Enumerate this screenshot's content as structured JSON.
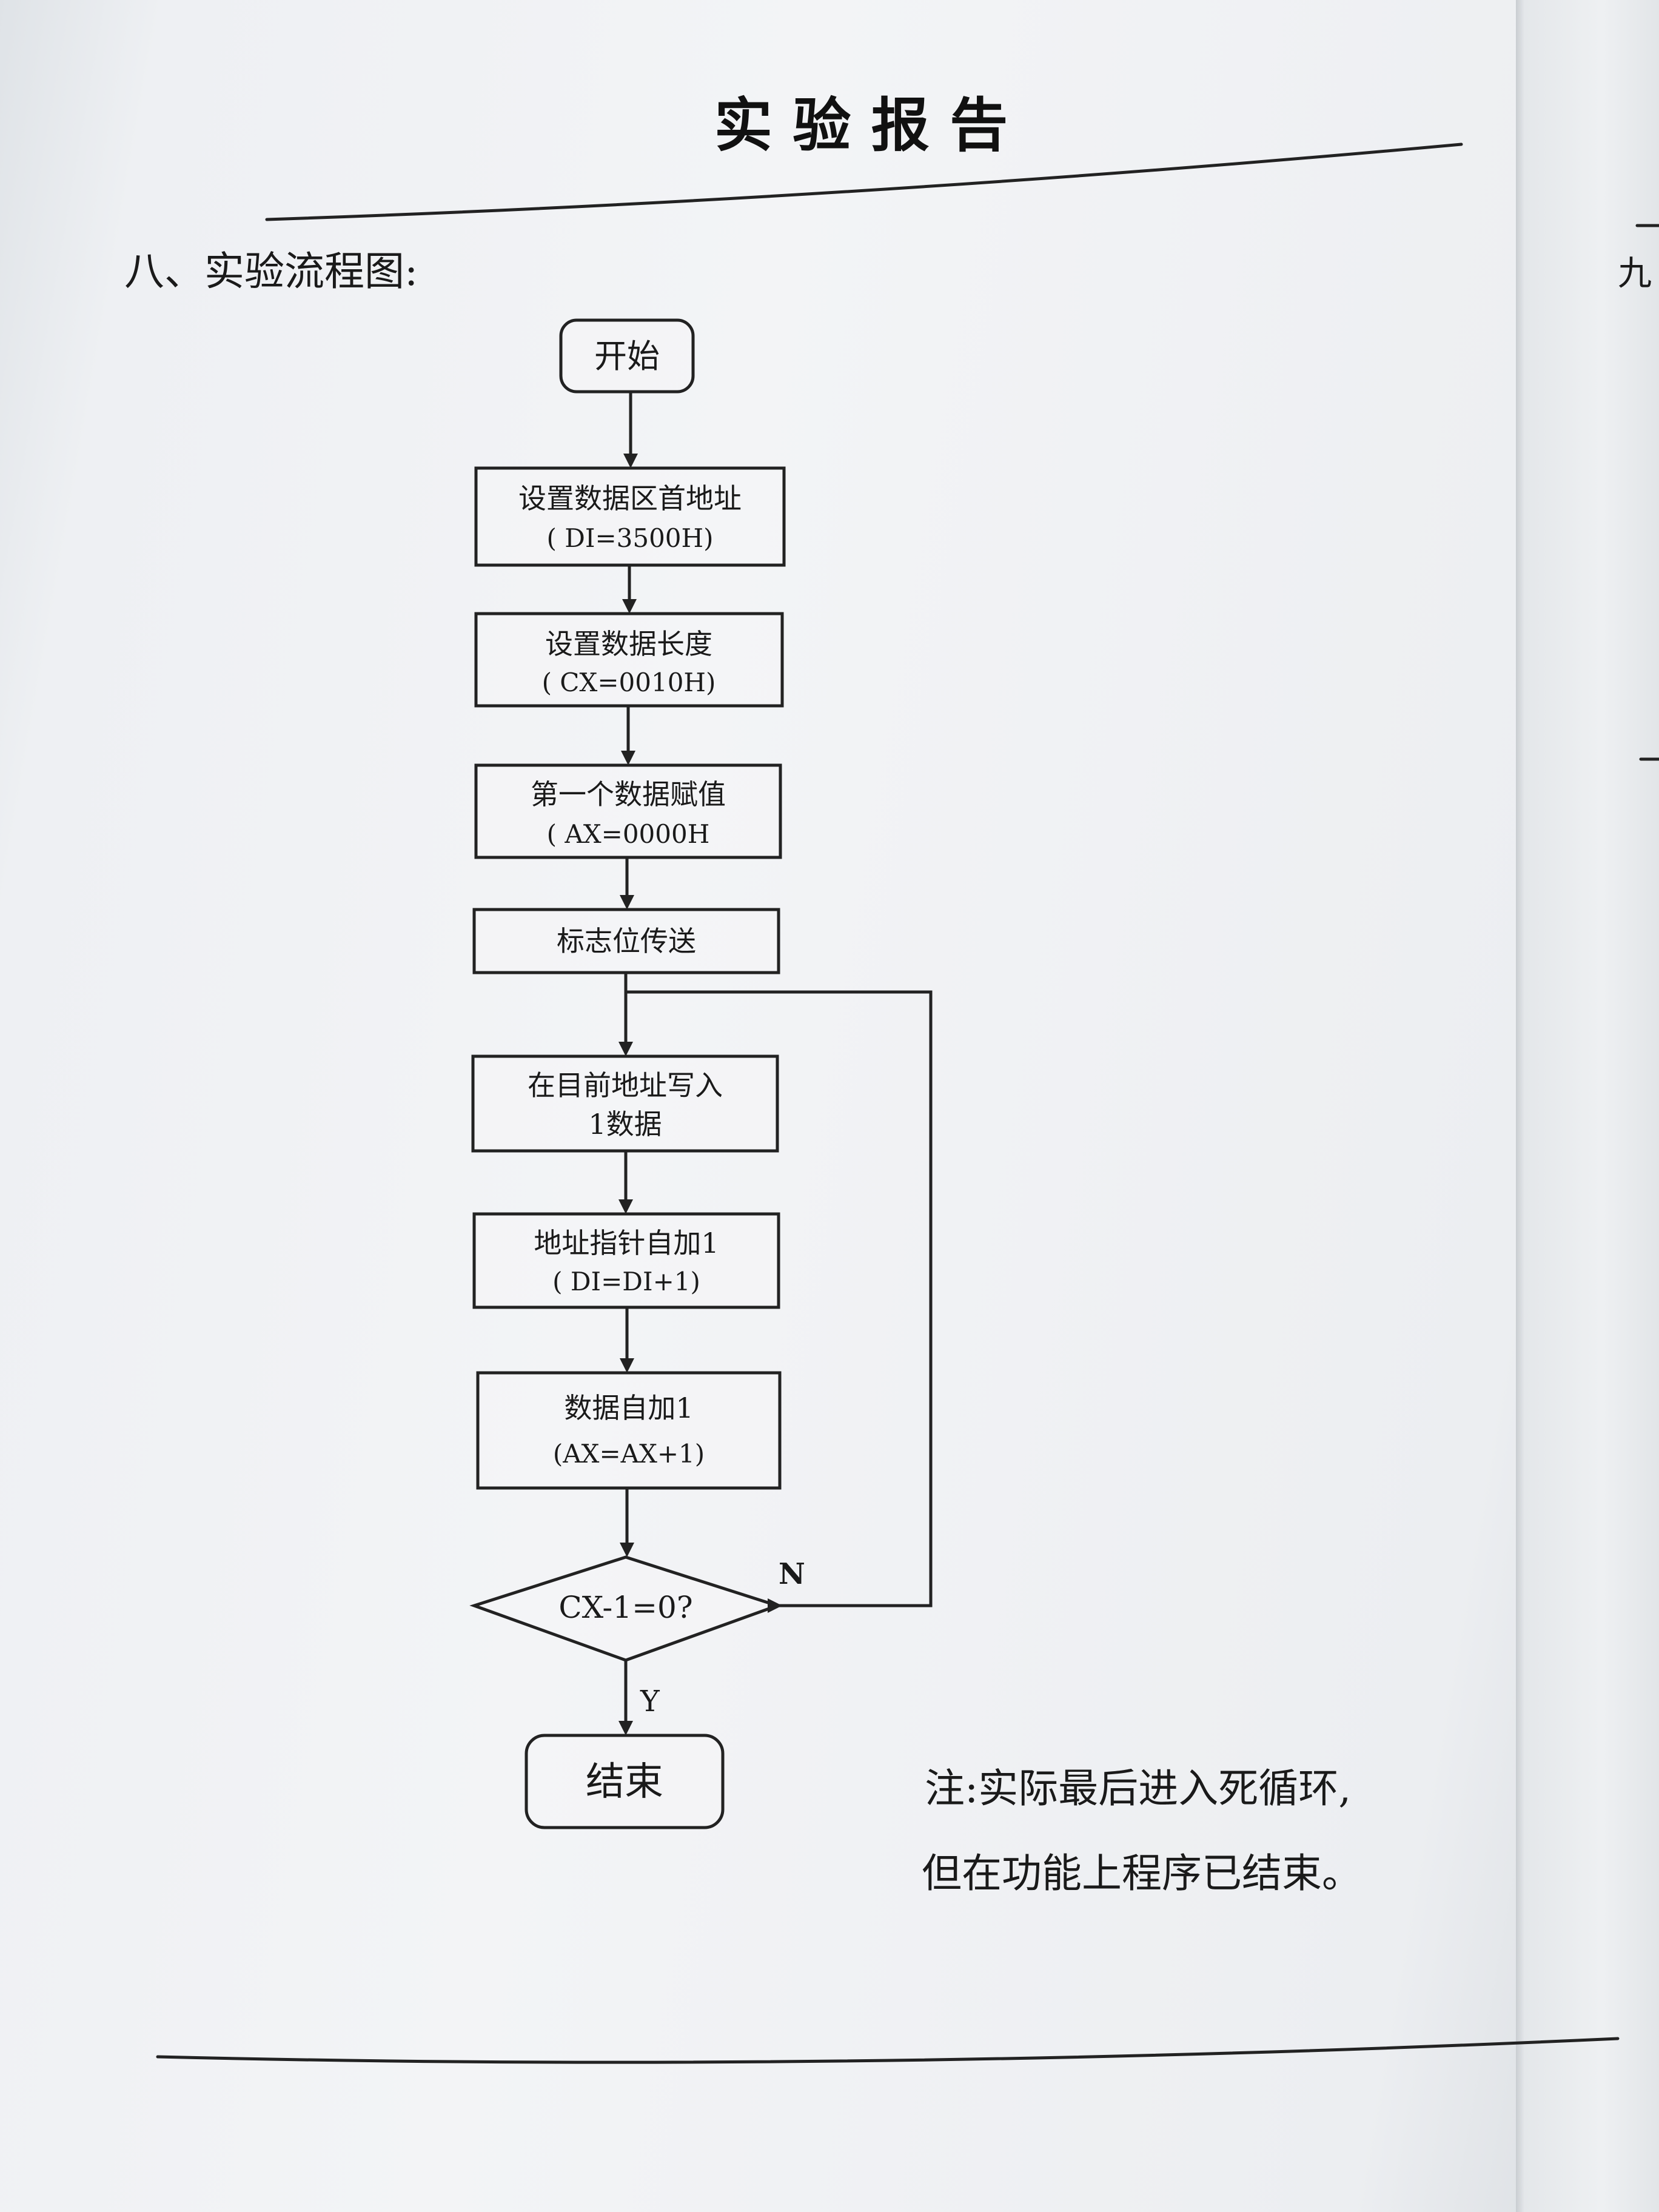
{
  "header": {
    "title": "实 验 报 告"
  },
  "section": {
    "title": "八、实验流程图:",
    "next_page_label": "九"
  },
  "flowchart": {
    "start": "开始",
    "steps": [
      {
        "line1": "设置数据区首地址",
        "line2": "( DI=3500H)"
      },
      {
        "line1": "设置数据长度",
        "line2": "( CX=0010H)"
      },
      {
        "line1": "第一个数据赋值",
        "line2": "( AX=0000H"
      },
      {
        "line1": "标志位传送",
        "line2": ""
      },
      {
        "line1": "在目前地址写入",
        "line2": "1数据"
      },
      {
        "line1": "地址指针自加1",
        "line2": "( DI=DI+1)"
      },
      {
        "line1": "数据自加1",
        "line2": "(AX=AX+1)"
      }
    ],
    "decision": "CX-1=0?",
    "no_label": "N",
    "yes_label": "Y",
    "end": "结束"
  },
  "note": {
    "line1": "注:实际最后进入死循环,",
    "line2": "但在功能上程序已结束。"
  }
}
